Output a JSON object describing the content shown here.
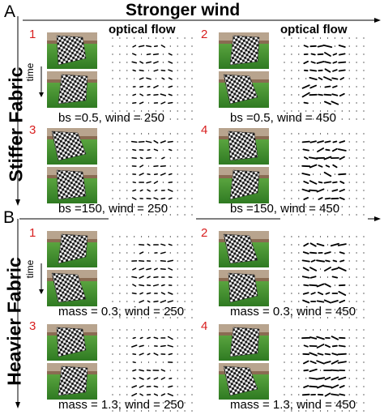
{
  "header": {
    "title": "Stronger wind"
  },
  "sections": [
    {
      "letter": "A",
      "side_label": "Stiffer Fabric",
      "time_label": "time",
      "panels": [
        {
          "num": "1",
          "flow_label": "optical flow",
          "caption": "bs =0.5, wind = 250"
        },
        {
          "num": "2",
          "flow_label": "optical flow",
          "caption": "bs =0.5, wind = 450"
        },
        {
          "num": "3",
          "flow_label": "",
          "caption": "bs =150, wind = 250"
        },
        {
          "num": "4",
          "flow_label": "",
          "caption": "bs =150, wind = 450"
        }
      ]
    },
    {
      "letter": "B",
      "side_label": "Heavier Fabric",
      "time_label": "time",
      "panels": [
        {
          "num": "1",
          "flow_label": "",
          "caption": "mass = 0.3, wind = 250"
        },
        {
          "num": "2",
          "flow_label": "",
          "caption": "mass = 0.3, wind = 450"
        },
        {
          "num": "3",
          "flow_label": "",
          "caption": "mass = 1.3, wind = 250"
        },
        {
          "num": "4",
          "flow_label": "",
          "caption": "mass = 1.3, wind = 450"
        }
      ]
    }
  ],
  "colors": {
    "panel_number": "#d81e1e",
    "grass": "#3f8f2e",
    "backdrop": "#b8a48e",
    "cloth_dark": "#1a1a1a",
    "cloth_light": "#f2f2f2"
  }
}
